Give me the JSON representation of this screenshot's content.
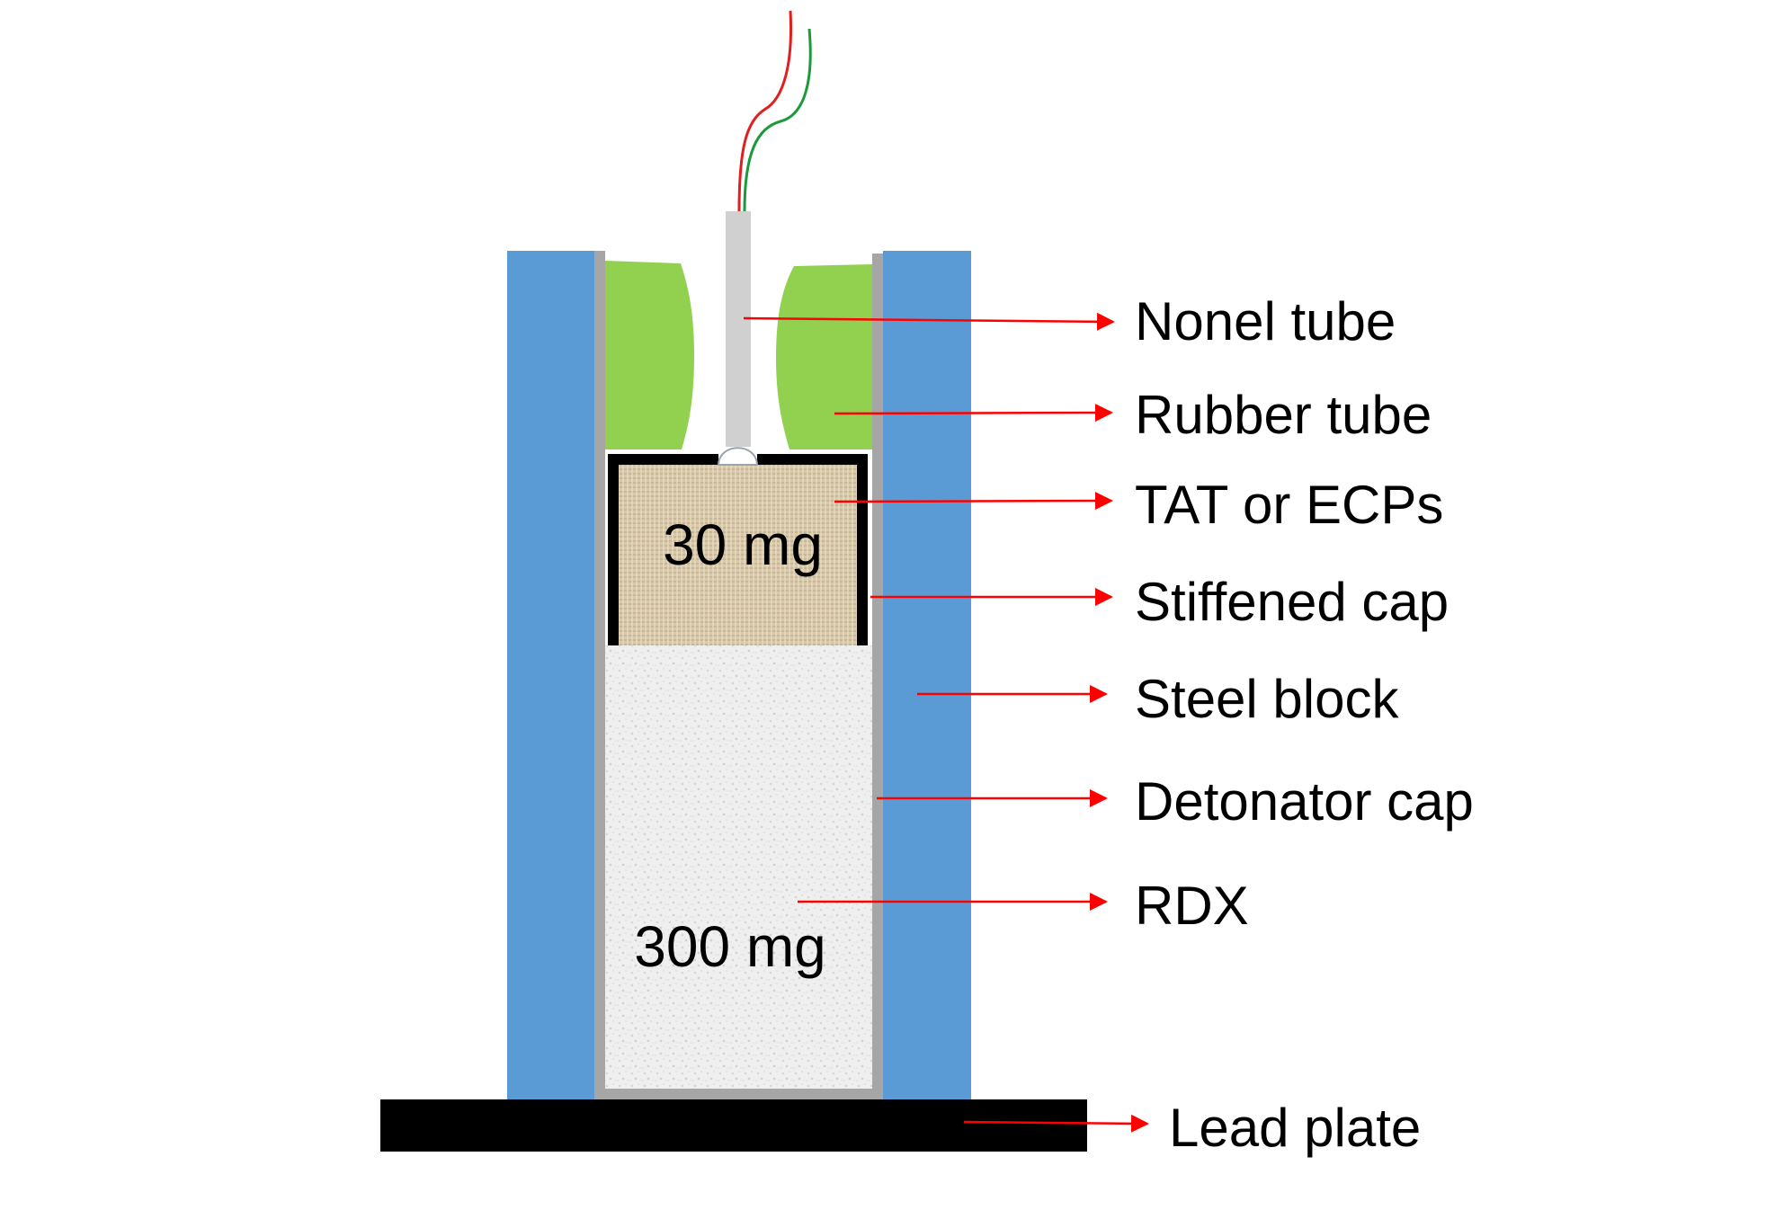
{
  "labels": {
    "nonel_tube": "Nonel tube",
    "rubber_tube": "Rubber tube",
    "tat_or_ecps": "TAT or ECPs",
    "stiffened_cap": "Stiffened cap",
    "steel_block": "Steel block",
    "detonator_cap": "Detonator cap",
    "rdx": "RDX",
    "lead_plate": "Lead plate"
  },
  "masses": {
    "tat_mass": "30 mg",
    "rdx_mass": "300 mg"
  },
  "colors": {
    "steel_block": "#5b9bd5",
    "rubber_tube": "#92d050",
    "nonel_tube": "#d0d0d0",
    "detonator_cap": "#a6a6a6",
    "stiffened_cap": "#000000",
    "tat_fill": "#d9ccb0",
    "rdx_fill": "#efefef",
    "lead_plate": "#000000",
    "arrow": "#ff0000",
    "wire_red": "#e02020",
    "wire_green": "#1a9a3a"
  }
}
